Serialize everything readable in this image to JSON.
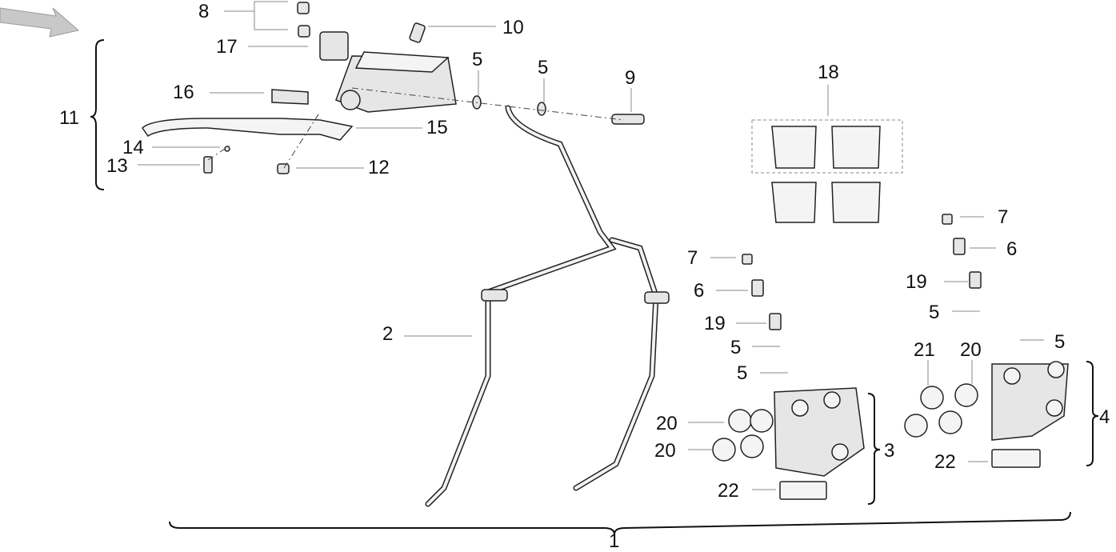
{
  "labels": {
    "l1": "1",
    "l2": "2",
    "l3": "3",
    "l4": "4",
    "l5": "5",
    "l6": "6",
    "l7": "7",
    "l8": "8",
    "l9": "9",
    "l10": "10",
    "l11": "11",
    "l12": "12",
    "l13": "13",
    "l14": "14",
    "l15": "15",
    "l16": "16",
    "l17": "17",
    "l18": "18",
    "l19": "19",
    "l20": "20",
    "l21": "21",
    "l22": "22"
  },
  "colors": {
    "line": "#222222",
    "leader": "#888888",
    "arrow": "#b8b8b8"
  }
}
